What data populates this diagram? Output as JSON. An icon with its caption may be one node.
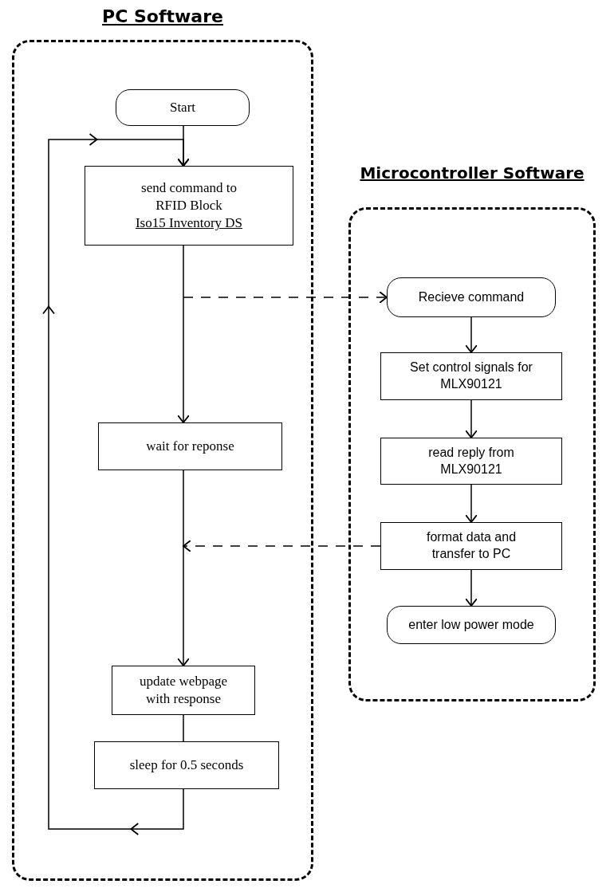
{
  "diagram": {
    "nodes": [
      {
        "text": [
          "PC Software"
        ]
      },
      {
        "text": [
          "Start"
        ],
        "in": 0
      },
      {
        "text": [
          "send command to RFID Block",
          "Iso15 Inventory DS"
        ],
        "in": 0
      },
      {
        "text": [
          "wait for reponse"
        ],
        "in": 0
      },
      {
        "text": [
          "update webpage with response"
        ],
        "in": 0
      },
      {
        "text": [
          "sleep for 0.5 seconds"
        ],
        "in": 0
      },
      {
        "text": [
          "Microcontroller Software"
        ]
      },
      {
        "text": [
          "Recieve command"
        ],
        "in": 6
      },
      {
        "text": [
          "Set control signals for MLX90121"
        ],
        "in": 6
      },
      {
        "text": [
          "read reply from MLX90121"
        ],
        "in": 6
      },
      {
        "text": [
          "format data and transfer to PC"
        ],
        "in": 6
      },
      {
        "text": [
          "enter low power mode"
        ],
        "in": 6
      }
    ],
    "edges": [
      {
        "from": 1,
        "to": 2,
        "arrow": "to"
      },
      {
        "from": 2,
        "to": 3,
        "arrow": "to"
      },
      {
        "from": null,
        "to": 7,
        "arrow": "to",
        "style": "dashed"
      },
      {
        "from": 3,
        "to": 4,
        "arrow": "to"
      },
      {
        "from": 10,
        "to": null,
        "arrow": "to",
        "style": "dashed"
      },
      {
        "from": 4,
        "to": 5,
        "arrow": "none"
      },
      {
        "from": 5,
        "to": 2,
        "arrow": "to"
      },
      {
        "from": 7,
        "to": 8,
        "arrow": "to"
      },
      {
        "from": 8,
        "to": 9,
        "arrow": "to"
      },
      {
        "from": 9,
        "to": 10,
        "arrow": "to"
      },
      {
        "from": 10,
        "to": 11,
        "arrow": "to"
      }
    ]
  }
}
